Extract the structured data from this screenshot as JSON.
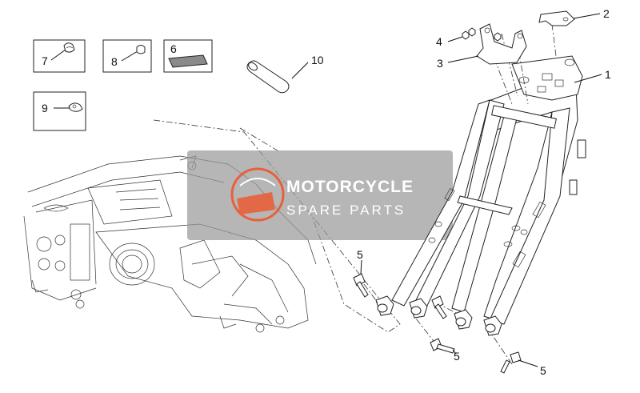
{
  "callouts": {
    "c1": "1",
    "c2": "2",
    "c3": "3",
    "c4": "4",
    "c5a": "5",
    "c5b": "5",
    "c5c": "5",
    "c6": "6",
    "c7": "7",
    "c8": "8",
    "c9": "9",
    "c10": "10"
  },
  "watermark": {
    "brand": "MOTORCYCLE",
    "sub": "SPARE PARTS",
    "badge_color": "#e8603a",
    "panel_color": "#9a9a9a"
  }
}
